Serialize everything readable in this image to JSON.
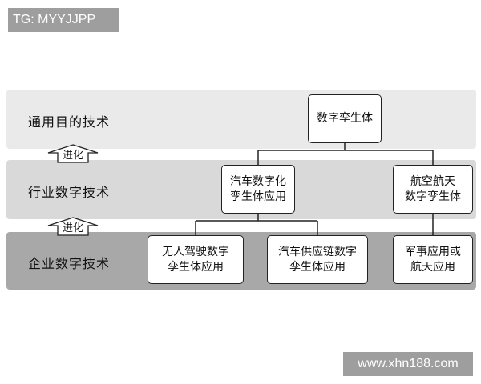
{
  "watermark_top": "TG: MYYJJPP",
  "watermark_bottom": "www.xhn188.com",
  "layers": [
    {
      "label": "通用目的技术"
    },
    {
      "label": "行业数字技术"
    },
    {
      "label": "企业数字技术"
    }
  ],
  "arrows": [
    {
      "label": "进化"
    },
    {
      "label": "进化"
    }
  ],
  "nodes": {
    "digital_twin": "数字孪生体",
    "auto_digital_twin": "汽车数字化\n孪生体应用",
    "aero_digital_twin": "航空航天\n数字孪生体",
    "autonomous_driving": "无人驾驶数字\n孪生体应用",
    "auto_supply_chain": "汽车供应链数字\n孪生体应用",
    "military_aero": "军事应用或\n航天应用"
  }
}
